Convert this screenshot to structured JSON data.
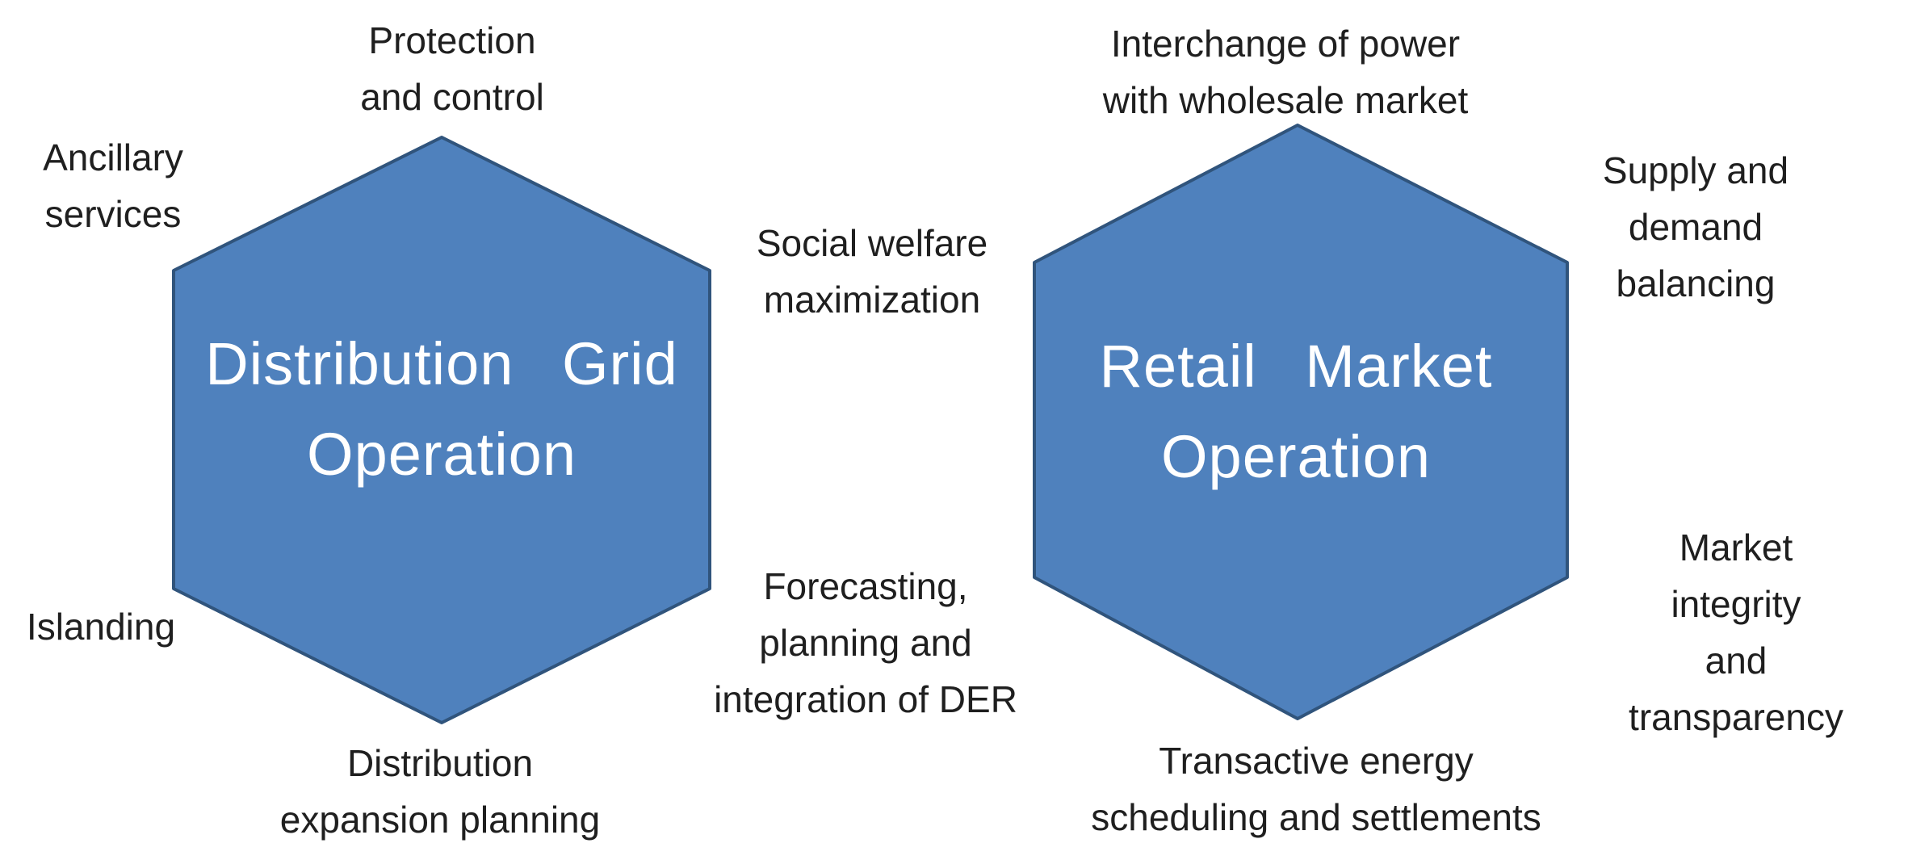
{
  "colors": {
    "hexagon_fill": "#4f81bd",
    "hexagon_stroke": "#30547c",
    "label_text": "#1f1f1f",
    "title_text": "#ffffff",
    "background": "#ffffff"
  },
  "left_hexagon": {
    "title": "Distribution Grid\nOperation",
    "labels": {
      "top": "Protection\nand control",
      "upper_left": "Ancillary\nservices",
      "lower_left": "Islanding",
      "bottom": "Distribution\nexpansion planning"
    }
  },
  "right_hexagon": {
    "title": "Retail Market\nOperation",
    "labels": {
      "top": "Interchange of power\nwith wholesale market",
      "upper_right": "Supply and demand\nbalancing",
      "lower_right": "Market integrity\nand transparency",
      "bottom": "Transactive energy\nscheduling and settlements"
    }
  },
  "shared_labels": {
    "upper_middle": "Social welfare\nmaximization",
    "lower_middle": "Forecasting,\nplanning and\nintegration of DER"
  }
}
